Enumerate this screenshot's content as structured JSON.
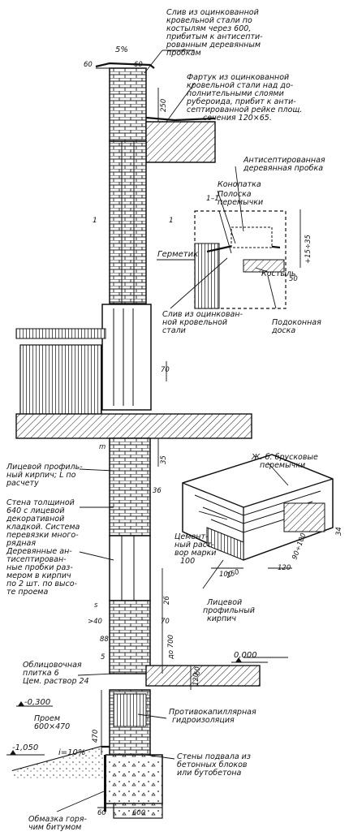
{
  "drawing": {
    "annotations": {
      "cap_flashing": [
        "Слив из оцинкованной",
        "кровельной стали по",
        "костылям через 600,",
        "прибитым к антисепти-",
        "рованным деревянным",
        "пробкам"
      ],
      "apron": [
        "Фартук из оцинкованной",
        "кровельной стали над до-",
        "полнительными слоями",
        "рубероида, прибит к анти-",
        "септированной рейке площ.",
        "сечения 120×65."
      ],
      "antiseptic_plug": [
        "Антисептированная",
        "деревянная пробка"
      ],
      "caulk": [
        "Конопатка"
      ],
      "lintel_strip": [
        "Полоска",
        "перемычки"
      ],
      "sealant": "Герметик",
      "window_sill_flashing": [
        "Слив из оцинкован-",
        "ной кровельной",
        "стали"
      ],
      "bracket": "Костыль",
      "sill_board": [
        "Подоконная",
        "доска"
      ],
      "facing_brick": [
        "Лицевой профиль-",
        "ный кирпич; L по",
        "расчету"
      ],
      "wall_640": [
        "Стена толщиной",
        "640 с лицевой",
        "декоративной",
        "кладкой. Система",
        "перевязки много-",
        "рядная"
      ],
      "wooden_plugs": [
        "Деревянные ан-",
        "тисептирован-",
        "ные пробки раз-",
        "мером в кирпич",
        "по 2 шт. по высо-",
        "те проема"
      ],
      "rc_lintels": [
        "Ж.-б. брусковые",
        "перемычки"
      ],
      "mortar": [
        "Цемент-",
        "ный раст-",
        "вор марки",
        "100"
      ],
      "profile_brick": [
        "Лицевой",
        "профильный",
        "кирпич"
      ],
      "cladding_tile": [
        "Облицовочная",
        "плитка 6",
        "Цем. раствор 24"
      ],
      "opening": [
        "Проем",
        "600×470"
      ],
      "capillary_waterproofing": [
        "Противокапиллярная",
        "гидроизоляция"
      ],
      "basement_walls": [
        "Стены подвала из",
        "бетонных блоков",
        "или бутобетона"
      ],
      "hot_bitumen": [
        "Обмазка горя-",
        "чим битумом"
      ]
    },
    "section_marks": {
      "left": "1",
      "right": "1",
      "detail": "1–1"
    },
    "dimensions": {
      "slope": "5%",
      "top_overhang": "60",
      "top_width": "60",
      "apron_height": "250",
      "sill_tol": "+15÷35",
      "sill_50": "50",
      "d70_upper": "70",
      "d70_lower": "70",
      "d35": "35",
      "d36": "36",
      "d100_brick": "100",
      "d250": "250",
      "d120": "120",
      "d90_100": "90÷100",
      "d34": "34",
      "d26": "26",
      "d40": ">40",
      "d5": "5",
      "d700": "до 700",
      "d60": "60",
      "d120b": "120",
      "d470": "470",
      "d60b": "60",
      "d600": "600",
      "d88": "88",
      "m_mark": "m",
      "s_mark": "s"
    },
    "levels": {
      "ground_floor": "0,000",
      "basement_window": "-0,300",
      "ground": "-1,050"
    },
    "slope_label": "i=10%"
  }
}
